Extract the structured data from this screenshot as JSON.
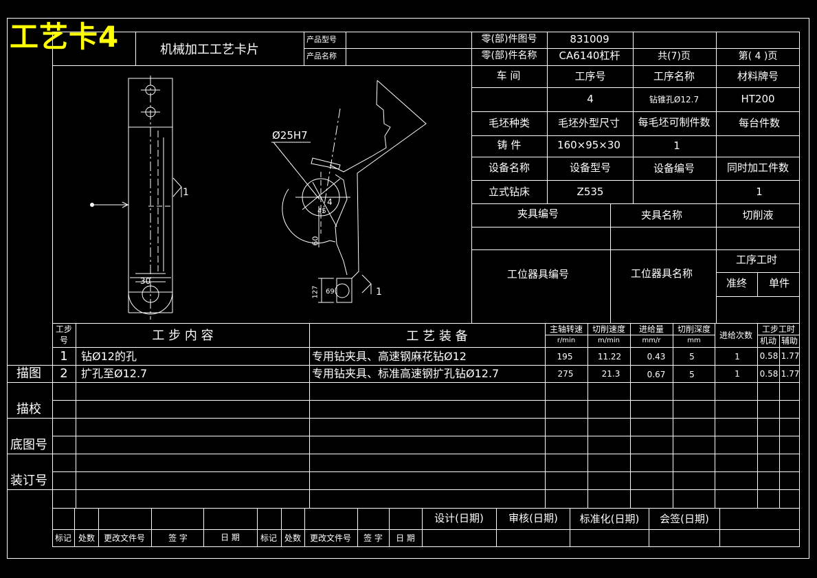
{
  "sheet_title": "工艺卡4",
  "card_title": "机械加工工艺卡片",
  "header": {
    "product_model_label": "产品型号",
    "product_name_label": "产品名称",
    "part_drawing_no_label": "零(部)件图号",
    "part_drawing_no": "831009",
    "part_name_label": "零(部)件名称",
    "part_name": "CA6140杠杆",
    "total_pages": "共(7)页",
    "page_no": "第( 4 )页"
  },
  "info": {
    "workshop_label": "车  间",
    "process_no_label": "工序号",
    "process_name_label": "工序名称",
    "material_label": "材料牌号",
    "process_no": "4",
    "process_name": "钻锥孔Ø12.7",
    "material": "HT200",
    "blank_type_label": "毛坯种类",
    "blank_size_label": "毛坯外型尺寸",
    "per_blank_label": "每毛坯可制件数",
    "per_machine_label": "每台件数",
    "blank_type": "铸  件",
    "blank_size": "160×95×30",
    "per_blank": "1",
    "equipment_name_label": "设备名称",
    "equipment_model_label": "设备型号",
    "equipment_no_label": "设备编号",
    "simultaneous_label": "同时加工件数",
    "equipment_name": "立式钻床",
    "equipment_model": "Z535",
    "simultaneous": "1",
    "fixture_no_label": "夹具编号",
    "fixture_name_label": "夹具名称",
    "coolant_label": "切削液",
    "station_tool_no_label": "工位器具编号",
    "station_tool_name_label": "工位器具名称",
    "process_time_label": "工序工时",
    "prep_label": "准终",
    "unit_label": "单件"
  },
  "drawing": {
    "dim_30": "30",
    "dim_25h7": "Ø25H7",
    "dim_60": "60",
    "dim_127": "127",
    "dim_69": "69",
    "label_1a": "1",
    "label_1b": "1",
    "label_4": "4",
    "label_45": "45"
  },
  "steps_header": {
    "step_label_1": "工步",
    "step_label_2": "号",
    "content_label": "工  步  内  容",
    "equipment_label": "工  艺  装  备",
    "spindle_speed": "主轴转速",
    "spindle_unit": "r/min",
    "cutting_speed": "切削速度",
    "cutting_unit": "m/min",
    "feed": "进给量",
    "feed_unit": "mm/r",
    "depth": "切削深度",
    "depth_unit": "mm",
    "passes": "进给次数",
    "step_time": "工步工时",
    "machine": "机动",
    "aux": "辅助"
  },
  "steps": [
    {
      "no": "1",
      "content": "钻Ø12的孔",
      "equipment": "专用钻夹具、高速钢麻花钻Ø12",
      "speed": "195",
      "cut": "11.22",
      "feed": "0.43",
      "depth": "5",
      "passes": "1",
      "machine": "0.58",
      "aux": "1.77"
    },
    {
      "no": "2",
      "content": "扩孔至Ø12.7",
      "equipment": "专用钻夹具、标准高速钢扩孔钻Ø12.7",
      "speed": "275",
      "cut": "21.3",
      "feed": "0.67",
      "depth": "5",
      "passes": "1",
      "machine": "0.58",
      "aux": "1.77"
    }
  ],
  "side_labels": {
    "trace": "描图",
    "check": "描校",
    "base_no": "底图号",
    "binding_no": "装订号"
  },
  "footer": {
    "design": "设计(日期)",
    "review": "审核(日期)",
    "standard": "标准化(日期)",
    "countersign": "会签(日期)",
    "mark": "标记",
    "place": "处数",
    "change_doc": "更改文件号",
    "sign": "签  字",
    "date": "日  期",
    "mark2": "标记",
    "place2": "处数",
    "change_doc2": "更改文件号",
    "sign2": "签 字",
    "date2": "日 期"
  }
}
